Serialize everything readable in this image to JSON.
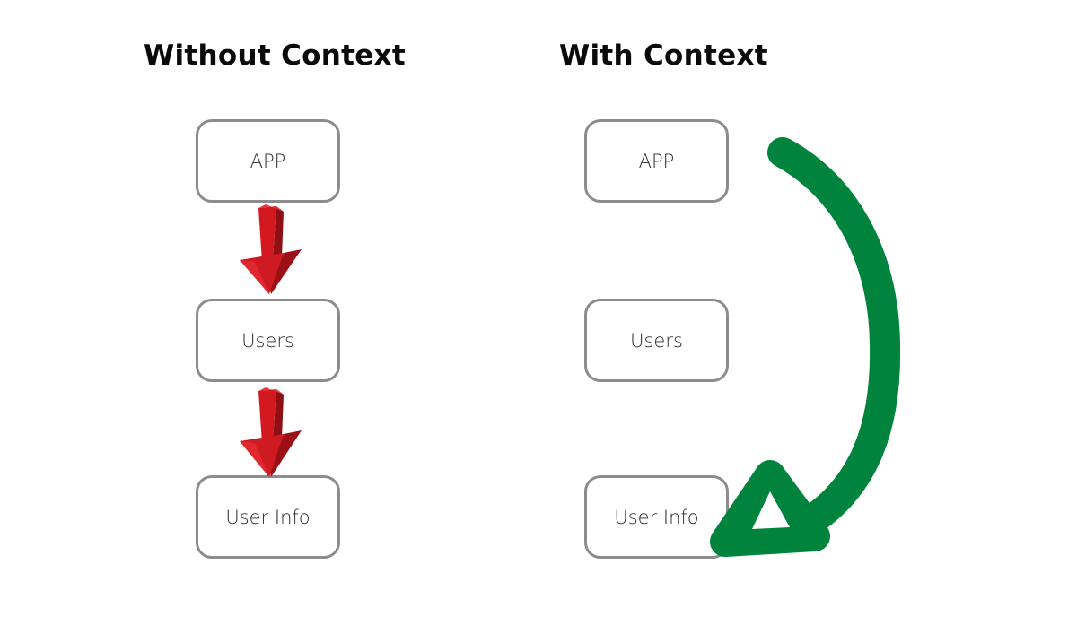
{
  "left_panel": {
    "title": "Without Context",
    "nodes": [
      {
        "label": "APP"
      },
      {
        "label": "Users"
      },
      {
        "label": "User Info"
      }
    ],
    "arrow_color": "#c8161d"
  },
  "right_panel": {
    "title": "With Context",
    "nodes": [
      {
        "label": "APP"
      },
      {
        "label": "Users"
      },
      {
        "label": "User Info"
      }
    ],
    "arrow_color": "#00843d"
  },
  "colors": {
    "node_border": "#8c8c8c",
    "title_text": "#0a0a0a",
    "node_text": "#2a2a2a"
  }
}
